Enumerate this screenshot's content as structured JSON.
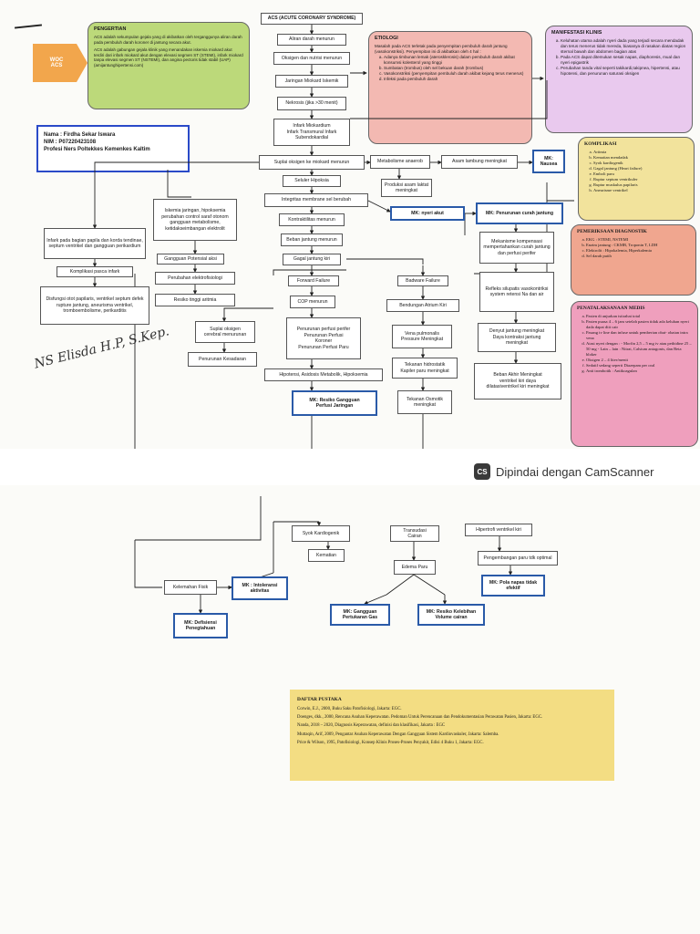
{
  "cover": {
    "woc_label": "WOC\nACS",
    "ident": {
      "nama": "Nama : Firdha Sekar Iswara",
      "nim": "NIM : P07220423108",
      "prodi": "Profesi Ners Poltekkes Kemenkes Kaltim"
    },
    "signature": "NS Elisda H.P, S.Kep."
  },
  "pengertian": {
    "title": "PENGERTIAN",
    "p1": "ACS adalah sekumpulan gejala yang di akibatkan oleh terganggunya aliran darah pada pembuluh darah koroner di jantung secara akut.",
    "p2": "ACS adalah gabungan gejala klinik yang menandakan iskemia miokard akut terdiri dari infark miokard akut dengan elevasi segmen ST (STEMI), infark miokard tanpa elevasi segmen ST (NSTEMI), dan angina pectoris tidak stabil (UAP) (amijantunghipertensi.com)"
  },
  "etiologi": {
    "title": "ETIOLOGI",
    "intro": "Masalah pada ACS terletak pada penyempitan pembuluh darah jantung (vasokonstriksi). Penyempitan ini di akibatkan oleh 4 hal :",
    "items": [
      "Adanya timbunan lemak (aterosklerosis) dalam pembuluh darah akibat konsumsi kolesterol yang tinggi",
      "Sumbatan (trombus) oleh sel bekuan darah (trombus)",
      "Vasokonstriksi (penyempitan pembuluh darah akibat kejang terus menerus)",
      "Infeksi pada pembuluh darah"
    ]
  },
  "manifestasi": {
    "title": "MANIFESTASI KLINIS",
    "items": [
      "Keluhatan utama adalah nyeri dada yang terjadi secara mendadak dan terus menerus tidak mereda, biasanya di rasakan diatas region sternal bawah dan abdomen bagian atas",
      "Pada ACS dapat ditemukan sesak napas, diaphoresis, mual dan nyeri epigastrik",
      "Perubahan tanda vital seperti takikardi,takipnea, hipertensi, atau hipotensi, dan penurunan saturasi oksigen"
    ]
  },
  "komplikasi": {
    "title": "KOMPLIKASI",
    "items": [
      "Aritmia",
      "Kematian mendadak",
      "Syok kardiogenik",
      "Gagal jantung (Heart failure)",
      "Emboli paru",
      "Ruptur septum ventrikuler",
      "Ruptur muskulus papilaris",
      "Aneurisme ventrikel"
    ]
  },
  "diagnostik": {
    "title": "PEMERIKSAAN DIAGNOSTIK",
    "items": [
      "EKG : STEMI, NSTEMI",
      "Enzim jantung : CKMB, Troponin T, LDH",
      "Elektrolit : Hipokalemia, Hiperkalemia",
      "Sel darah putih"
    ]
  },
  "penatalaksanaan": {
    "title": "PENATALAKSANAAN MEDIS",
    "items": [
      "Pasien di anjurkan istirahat total",
      "Pasien puasa 4 – 6 jam setelah pasien tidak ada keluhan nyeri dada dapat diit cair",
      "Pasang iv line dan infuse untuk pemberian obat- obatan intra vena",
      "Atasi nyeri dengan : - Morfin 2,5 – 5 mg iv atau pethidine 25 – 50 mg - Lain – lain : Nitrat, Calsium antagonis, dan Beta bloker",
      "Oksigen 2 – 4 liter/menit",
      "Sedatif sedang seperti Diazepam per oral",
      "Anti trombotik : Antikoagulan"
    ]
  },
  "flow": {
    "acs": "ACS (ACUTE CORONARY SYNDROME)",
    "aliran": "Aliran darah menurun",
    "oksigen": "Oksigen dan nutrisi menurun",
    "jaringan": "Jaringan Miokard Iskemik",
    "nekrosis": "Nekrosis (jika >30 menit)",
    "infark": "Infark Miokardium\nInfark Transmural Infark\nSubendokardial",
    "suplai": "Suplai oksigen ke miokard menurun",
    "metabolisme": "Metabolisme anaerob",
    "asam": "Asam lambung meningkat",
    "nausea": "MK: Nausea",
    "hipoksia": "Seluler Hipoksia",
    "laktat": "Produksi asam laktat meningkat",
    "nyeri": "MK: nyeri akut",
    "integritas": "Integritas membrane sel berubah",
    "curah": "MK: Penurunan curah jantung",
    "kontraktilitas": "Kontraktilitas menurun",
    "mekanisme": "Mekanisme kompensasi mempertahankan curah jantung dan perfusi perifer",
    "beban": "Beban jantung menurun",
    "gagal": "Gagal jantung kiri",
    "refleks": "Refleks silupatis vasokontriksi system retensi Na dan air",
    "forward": "Forward Failure",
    "backward": "Badware Failure",
    "denyut": "Denyut jantung meningkat\nDaya kontraksi jantung\nmeningkat",
    "cop": "COP menurun",
    "bendungan": "Bendungan Atrium Kiri",
    "bebanakhir": "Beban Akhir Meningkat\nventrikel kiri daya\ndilatasiventrikel kiri meningkat",
    "vena": "Vena pulmonalis\nPressure Meningkat",
    "perfusi": "Penurunan perfusi perifer\nPenurunan Perfusi\nKoroner\nPenurunan Perfusi Paru",
    "hidrostatik": "Tekanan hidrostatik\nKapiler paru meningkat",
    "serebral": "Suplai oksigen\ncerebral menurunan",
    "kesadaran": "Penurunan Kesadaran",
    "hipotensi": "Hipotensi, Asidosis Metabolik, Hipoksemia",
    "osmotik": "Tekanan Osmotik\nmeningkat",
    "perfusiJaringan": "MK: Resiko Gangguan\nPerfusi Jaringan",
    "ischemiaJaringan": "Iskemia jaringan, hipoksemia perubahan control saraf otonom gangguan metabolisme, ketidakseimbangan elektrolit",
    "infarkPapila": "Infark pada bagian papila dan korda tendinae, septum ventrikel dan gangguan perikardium",
    "potensial": "Gangguan Potensial aksi",
    "komplikasiInfark": "Komplikasi pasca infark",
    "elektrofisiologi": "Perubahan elektrofisiologi",
    "disfungsi": "Disfungsi otot papilaris, ventrikel septum defek rupture jantung, aneurisma ventrikel, tromboembolisme, perikarditis",
    "aritmia": "Resiko tinggi aritmia"
  },
  "page2": {
    "syok": "Syok Kardiogenik",
    "kematian": "Kematian",
    "transudasi": "Transudasi\nCairan",
    "edema": "Edema Paru",
    "hipertrofi": "Hipertrofi ventrikel kiri",
    "pengembangan": "Pengembangan paru tdk optimal",
    "kelemahan": "Kelemahan Fisik",
    "intoleransi": "MK : Intoleransi\naktivitas",
    "defisiensi": "MK: Defisiensi\nPenegtahuan",
    "gangguanGas": "MK: Gangguan\nPertukaran Gas",
    "volume": "MK: Resiko Kelebihan\nVolume cairan",
    "polaNapas": "MK: Pola napas tidak\nefektif"
  },
  "camscanner": {
    "logo": "CS",
    "text": "Dipindai dengan CamScanner"
  },
  "daftar": {
    "title": "DAFTAR PUSTAKA",
    "refs": [
      "Corwin, E.J., 2000, Buku Saku Patofisiologi, Jakarta: EGC.",
      "Doenges, dkk., 2000, Rencana Asuhan Keperawatan. Pedoman Untuk Perencanaan dan Pendokumentasian Perawatan Pasien, Jakarta: EGC.",
      "Nanda, 2018 – 2020, Diagnosis Keperawatan, definisi dan klasifikasi, Jakarta : EGC",
      "Muttaqin, Arif, 2009, Pengantar Asuhan Keperawatan Dengan Gangguan Sistem Kardiovaskuler, Jakarta: Salemba.",
      "Price & Wilson, 1995, Patofisiologi, Konsep Klinis Proses-Proses Penyakit, Edisi 4 Buku 1, Jakarta: EGC."
    ]
  },
  "colors": {
    "pengertian": "#bcd97a",
    "etiologi": "#f3b9b2",
    "manifestasi": "#e9c9ee",
    "komplikasi": "#f2e39c",
    "diagnostik": "#f0a68f",
    "penatalaksanaan": "#ef9fbd",
    "daftar": "#f3dd83",
    "mk_border": "#2a5aa8"
  }
}
